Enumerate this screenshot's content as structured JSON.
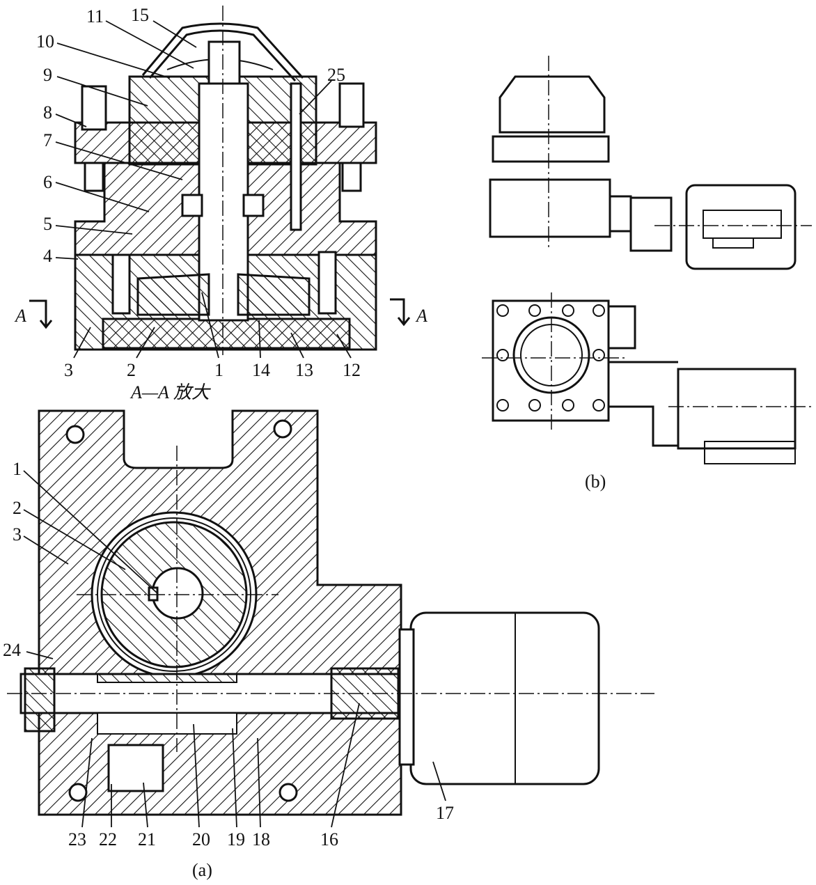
{
  "view_a": {
    "section_mark_left": "A",
    "section_mark_right": "A",
    "section_title": "A—A 放大",
    "caption": "(a)",
    "top_labels": [
      "1",
      "2",
      "3",
      "4",
      "5",
      "6",
      "7",
      "8",
      "9",
      "10",
      "11",
      "12",
      "13",
      "14",
      "15",
      "25"
    ],
    "plan_labels": [
      "1",
      "2",
      "3",
      "16",
      "17",
      "18",
      "19",
      "20",
      "21",
      "22",
      "23",
      "24"
    ]
  },
  "view_b": {
    "caption": "(b)"
  }
}
